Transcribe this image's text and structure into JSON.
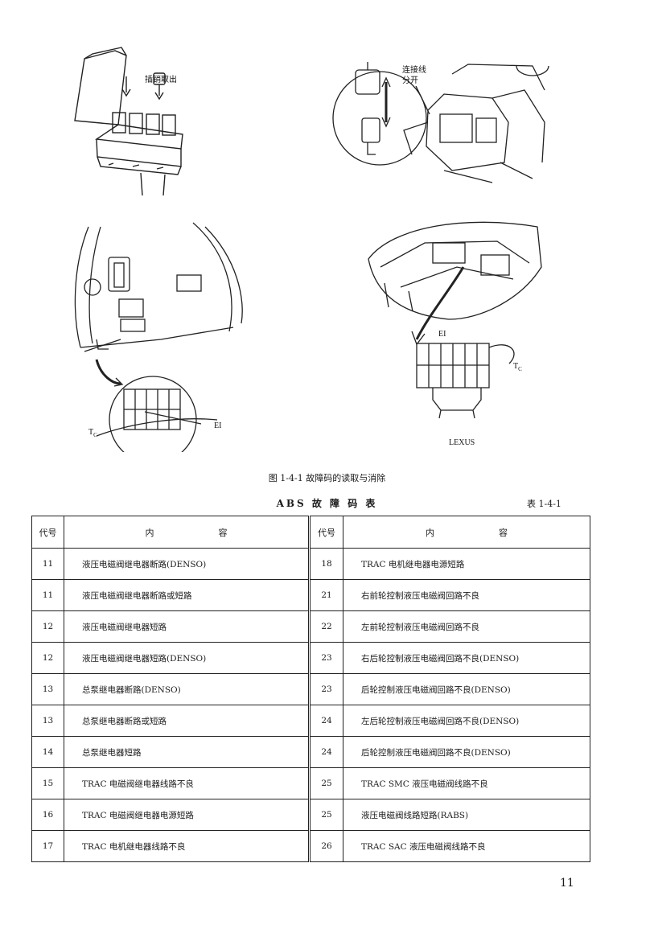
{
  "figures": {
    "top_left": {
      "label": "插销取出"
    },
    "top_right": {
      "label_line1": "连接线",
      "label_line2": "分开"
    },
    "bottom_left": {
      "tc": "T",
      "tc_sub": "C",
      "e1": "EI"
    },
    "bottom_right": {
      "e1": "EI",
      "tc": "T",
      "tc_sub": "C",
      "brand": "LEXUS"
    }
  },
  "caption": "图 1-4-1   故障码的读取与消除",
  "table": {
    "title": "ABS 故 障 码 表",
    "number": "表 1-4-1",
    "headers": {
      "code_left": "代号",
      "desc_left": "内容",
      "code_right": "代号",
      "desc_right": "内容"
    },
    "rows": [
      {
        "code_left": "11",
        "desc_left": "液压电磁阀继电器断路(DENSO)",
        "code_right": "18",
        "desc_right": "TRAC 电机继电器电源短路"
      },
      {
        "code_left": "11",
        "desc_left": "液压电磁阀继电器断路或短路",
        "code_right": "21",
        "desc_right": "右前轮控制液压电磁阀回路不良"
      },
      {
        "code_left": "12",
        "desc_left": "液压电磁阀继电器短路",
        "code_right": "22",
        "desc_right": "左前轮控制液压电磁阀回路不良"
      },
      {
        "code_left": "12",
        "desc_left": "液压电磁阀继电器短路(DENSO)",
        "code_right": "23",
        "desc_right": "右后轮控制液压电磁阀回路不良(DENSO)"
      },
      {
        "code_left": "13",
        "desc_left": "总泵继电器断路(DENSO)",
        "code_right": "23",
        "desc_right": "后轮控制液压电磁阀回路不良(DENSO)"
      },
      {
        "code_left": "13",
        "desc_left": "总泵继电器断路或短路",
        "code_right": "24",
        "desc_right": "左后轮控制液压电磁阀回路不良(DENSO)"
      },
      {
        "code_left": "14",
        "desc_left": "总泵继电器短路",
        "code_right": "24",
        "desc_right": "后轮控制液压电磁阀回路不良(DENSO)"
      },
      {
        "code_left": "15",
        "desc_left": "TRAC 电磁阀继电器线路不良",
        "code_right": "25",
        "desc_right": "TRAC SMC 液压电磁阀线路不良"
      },
      {
        "code_left": "16",
        "desc_left": "TRAC 电磁阀继电器电源短路",
        "code_right": "25",
        "desc_right": "液压电磁阀线路短路(RABS)"
      },
      {
        "code_left": "17",
        "desc_left": "TRAC 电机继电器线路不良",
        "code_right": "26",
        "desc_right": "TRAC SAC 液压电磁阀线路不良"
      }
    ]
  },
  "page_number": "11"
}
